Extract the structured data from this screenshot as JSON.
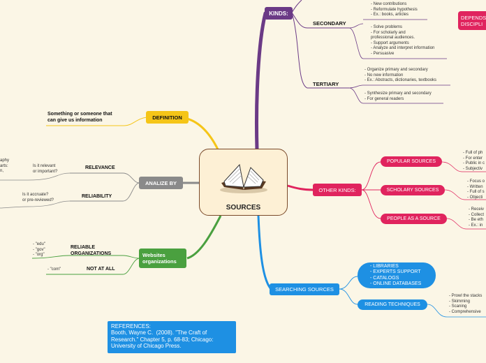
{
  "center": {
    "title": "SOURCES"
  },
  "kinds": {
    "label": "KINDS:",
    "primary_items": "- New contributions\n- Reformulate hypothesis\n- Ex.: books, articles",
    "secondary": {
      "label": "SECONDARY",
      "items": "- Solve problems\n- For scholarly and\nprofessional audiences.\n- Support arguments\n- Analyze and interpret information\n- Persuasive"
    },
    "tertiary": {
      "label": "TERTIARY",
      "items1": "- Organize primary and secondary\n- No new information\n- Ex.: Abstracts, dictionaries, textbooks",
      "items2": "- Synthesize primary and secondary\n- For general readers"
    },
    "depends": "DEPENDS\nDISCIPLI"
  },
  "definition": {
    "label": "DEFINITION",
    "text": "Something or someone that\ncan give us information"
  },
  "analize": {
    "label": "ANALIZE BY",
    "relevance": {
      "label": "RELEVANCE",
      "question": "Is it relevant\nor important?",
      "cut": "aphy\narts:\nn,"
    },
    "reliability": {
      "label": "RELIABILITY",
      "question": "Is it accruate?\nor pre-reviewed?"
    }
  },
  "websites": {
    "label": "Websites\norganizations",
    "reliable": {
      "label": "RELIABLE\nORGANIZATIONS",
      "items": "- \"edu\"\n- \"gov\"\n- \"org\""
    },
    "notatall": {
      "label": "NOT AT ALL",
      "items": "- \"com\""
    }
  },
  "other_kinds": {
    "label": "OTHER KINDS:",
    "popular": {
      "label": "POPULAR SOURCES",
      "items": "- Full of ph\n- For enter\n- Public in c\n- Subjectiv"
    },
    "scholary": {
      "label": "SCHOLARY SOURCES",
      "items": "- Focus o\n- Written\n- Full of s\n- Objecti"
    },
    "people": {
      "label": "PEOPLE AS A SOURCE",
      "items": "- Receiv\n- Collect\n- Be eth\n- Ex.: in"
    }
  },
  "searching": {
    "label": "SEARCHING SOURCES",
    "libraries": "- LIBRARIES\n- EXPERTS SUPPORT\n- CATALOGS\n- ONLINE DATABASES",
    "reading": {
      "label": "READING TECHNIQUES",
      "items": "- Prowl the stacks\n- Skimming\n- Scaning\n- Comprehensive"
    }
  },
  "references": "REFERENCES:\nBooth, Wayne C.  (2008). \"The Craft of\nResearch.\" Chapter 5, p. 68-83; Chicago:\nUniversity of Chicago Press.",
  "colors": {
    "kinds": "#6b3a86",
    "definition": "#f5c518",
    "analize": "#8a8a8a",
    "websites": "#4aa03f",
    "other": "#e0245e",
    "searching": "#1e90e3",
    "center_border": "#7a4a2a"
  }
}
